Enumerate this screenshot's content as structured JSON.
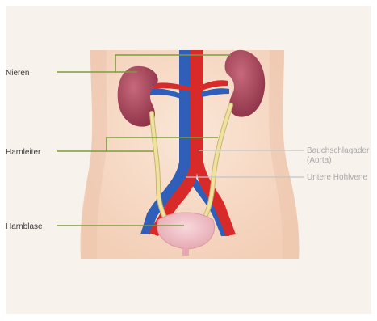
{
  "labels": {
    "nieren": "Nieren",
    "harnleiter": "Harnleiter",
    "harnblase": "Harnblase",
    "aorta_line1": "Bauchschlagader",
    "aorta_line2": "(Aorta)",
    "hohlvene": "Untere Hohlvene"
  },
  "colors": {
    "background": "#ffffff",
    "panel": "#f7f2ec",
    "skin": "#f6d9c5",
    "kidney": "#a8465a",
    "artery": "#d92a2a",
    "vein": "#2f5fb8",
    "ureter": "#efe2a0",
    "bladder": "#efbcc4",
    "leader_green": "#7f9a42",
    "leader_grey": "#c4c4c4"
  }
}
